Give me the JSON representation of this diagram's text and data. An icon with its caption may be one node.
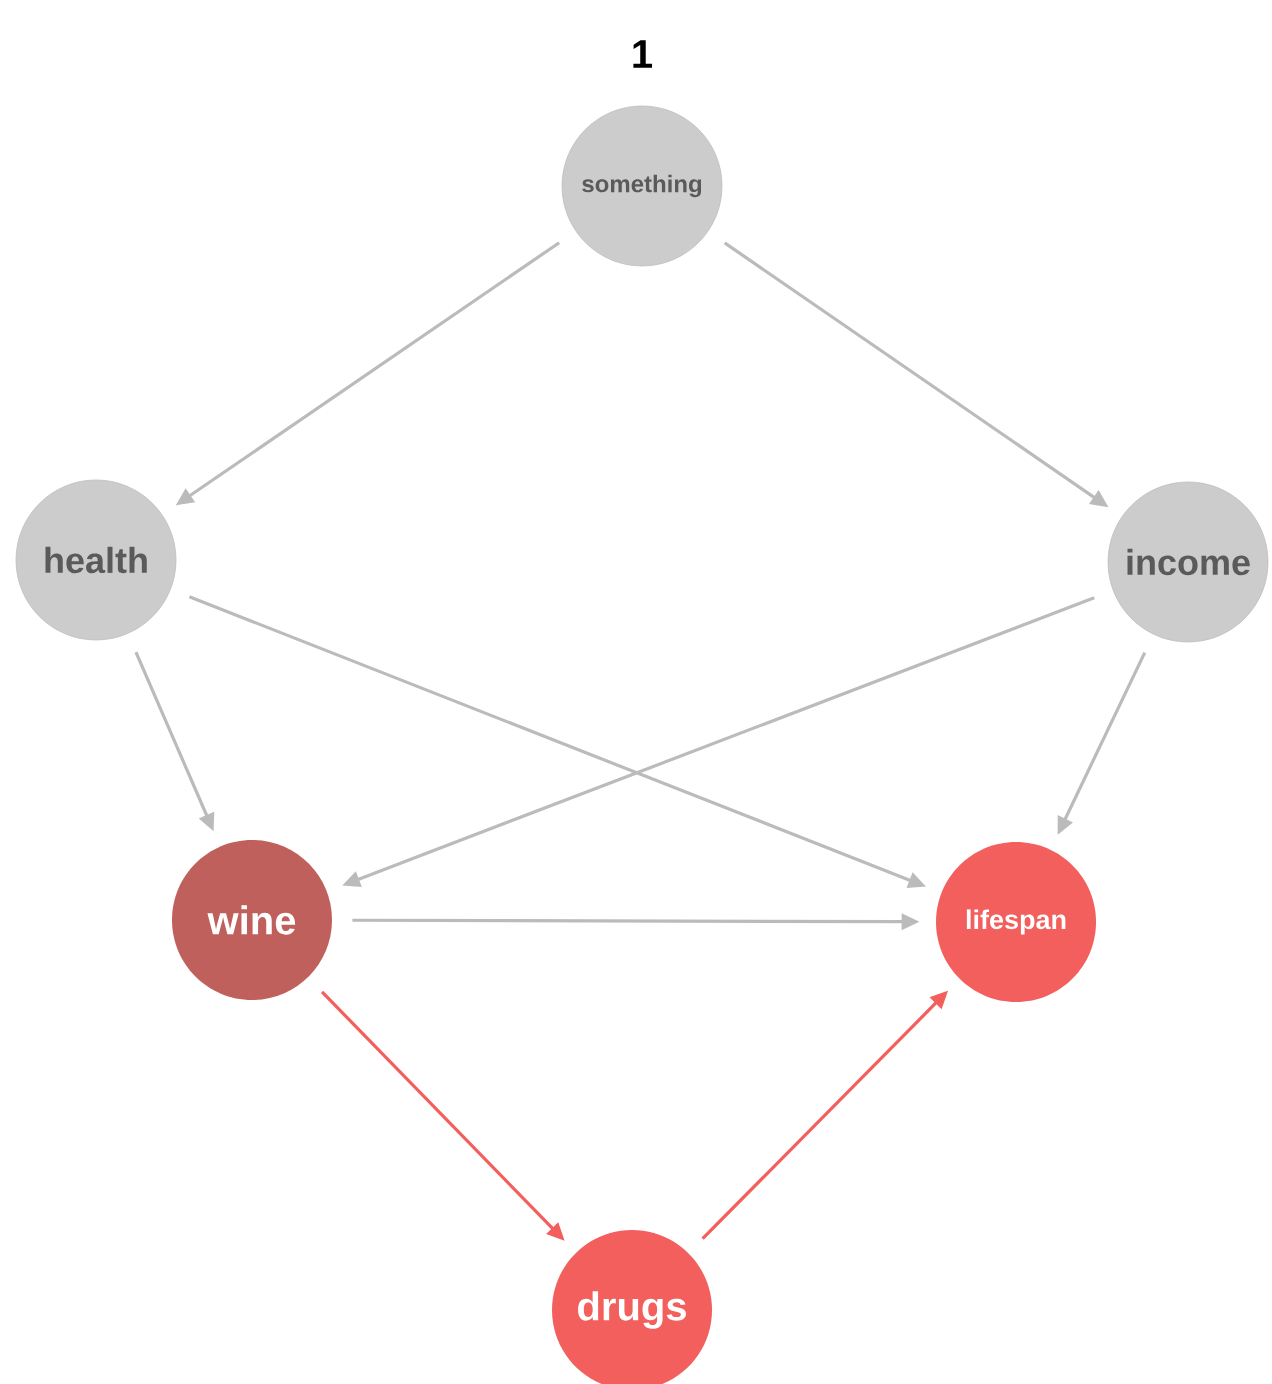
{
  "diagram": {
    "title": "1",
    "nodes": [
      {
        "text": [
          "something"
        ]
      },
      {
        "text": [
          "health"
        ]
      },
      {
        "text": [
          "income"
        ]
      },
      {
        "text": [
          "wine"
        ]
      },
      {
        "text": [
          "lifespan"
        ]
      },
      {
        "text": [
          "drugs"
        ]
      }
    ],
    "edges": [
      {
        "from": 0,
        "to": 1,
        "arrow": "to"
      },
      {
        "from": 0,
        "to": 2,
        "arrow": "to"
      },
      {
        "from": 1,
        "to": 3,
        "arrow": "to"
      },
      {
        "from": 1,
        "to": 4,
        "arrow": "to"
      },
      {
        "from": 2,
        "to": 3,
        "arrow": "to"
      },
      {
        "from": 2,
        "to": 4,
        "arrow": "to"
      },
      {
        "from": 3,
        "to": 4,
        "arrow": "to"
      },
      {
        "from": 3,
        "to": 5,
        "arrow": "to",
        "color": "#f25f5c"
      },
      {
        "from": 5,
        "to": 4,
        "arrow": "to",
        "color": "#f25f5c"
      }
    ]
  }
}
